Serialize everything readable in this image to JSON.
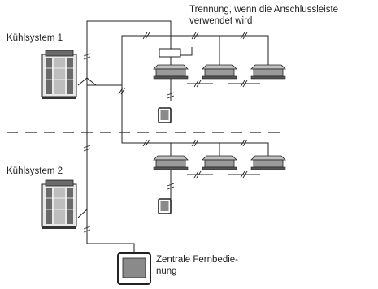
{
  "labels": {
    "system1": "Kühlsystem 1",
    "system2": "Kühlsystem 2",
    "separation_line1": "Trennung, wenn die Anschlussleiste",
    "separation_line2": "verwendet wird",
    "central_line1": "Zentrale Fernbedie-",
    "central_line2": "nung"
  },
  "colors": {
    "line": "#222222",
    "unit_gray": "#9a9a9a",
    "unit_dark": "#555555",
    "unit_light": "#d8d8d8"
  },
  "icons": [
    "outdoor-unit-icon",
    "indoor-unit-icon",
    "remote-controller-icon",
    "central-controller-icon",
    "terminal-block-icon"
  ]
}
